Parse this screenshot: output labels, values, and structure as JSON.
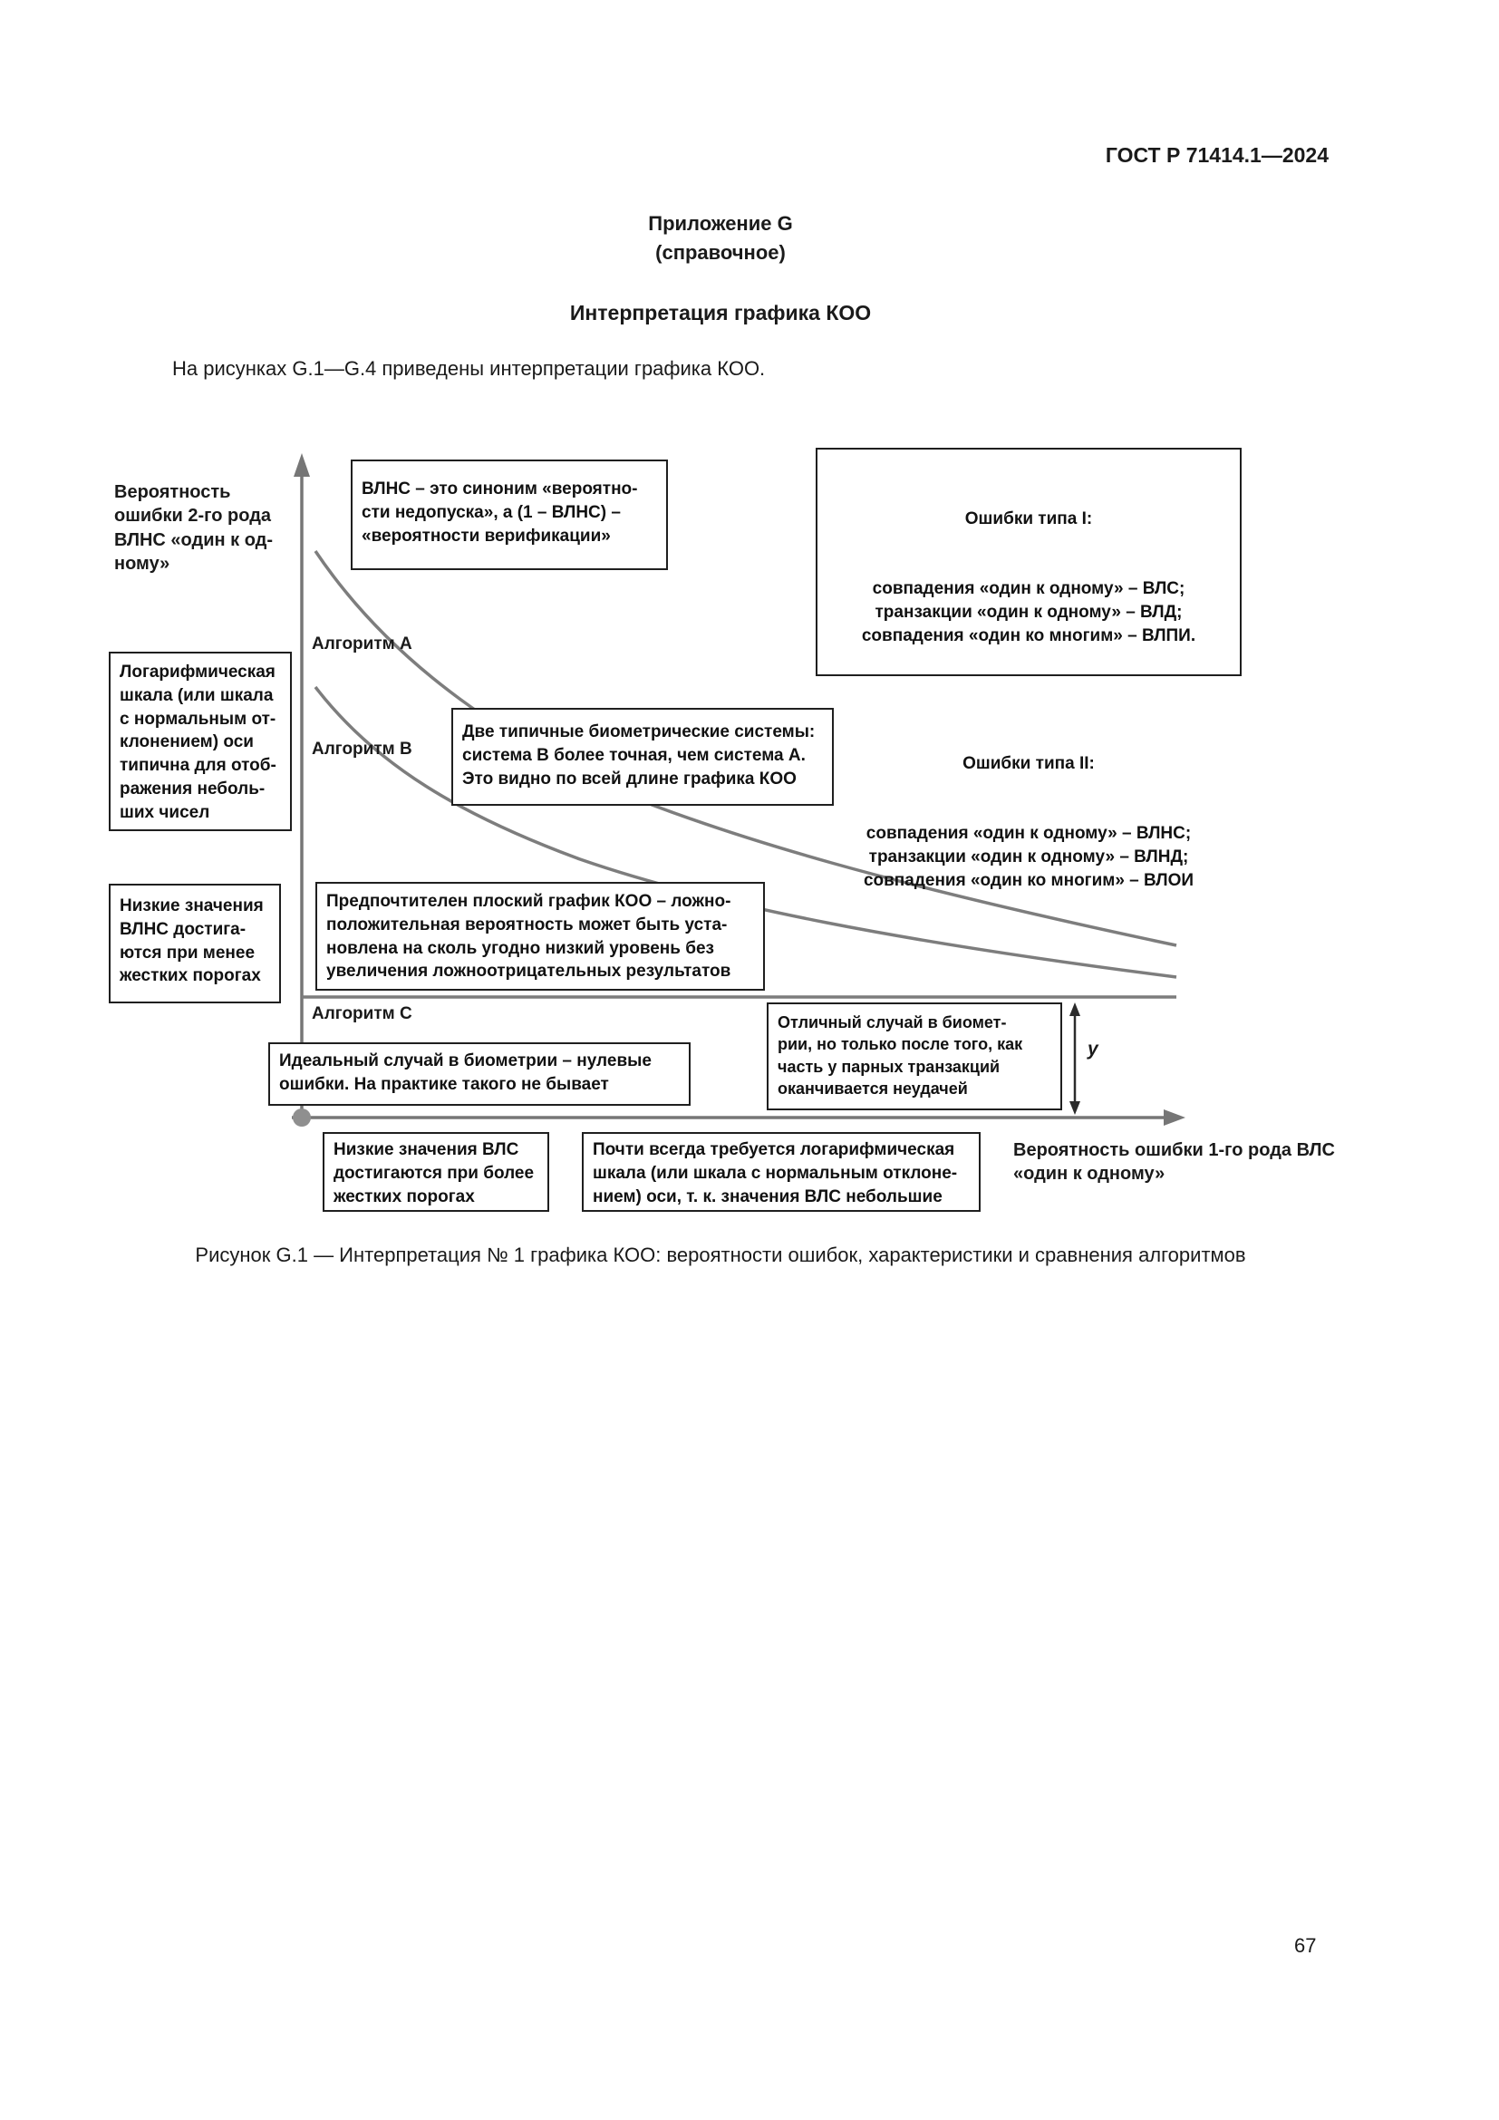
{
  "doc": {
    "header": "ГОСТ Р 71414.1—2024",
    "appendix_title": "Приложение G",
    "appendix_kind": "(справочное)",
    "section_title": "Интерпретация графика КОО",
    "intro": "На рисунках G.1—G.4 приведены интерпретации графика КОО.",
    "figure_caption": "Рисунок G.1 — Интерпретация № 1 графика КОО: вероятности ошибок, характеристики и сравнения алгоритмов",
    "page_number": "67"
  },
  "figure": {
    "y_axis_label": [
      "Вероятность",
      "ошибки 2-го рода",
      "ВЛНС «один к од-",
      "ному»"
    ],
    "x_axis_label": [
      "Вероятность ошибки 1-го рода ВЛС",
      "«один к одному»"
    ],
    "curve_a_label": "Алгоритм А",
    "curve_b_label": "Алгоритм В",
    "curve_c_label": "Алгоритм С",
    "y_distance_label": "у",
    "boxes": {
      "vlns_synonym": [
        "ВЛНС – это синоним «вероятно-",
        "сти недопуска», а (1 – ВЛНС) –",
        "«вероятности верификации»"
      ],
      "error_types": {
        "type1_title": "Ошибки типа I:",
        "type1_lines": [
          "совпадения «один к одному» – ВЛС;",
          "транзакции «один к одному» – ВЛД;",
          "совпадения «один ко многим» – ВЛПИ."
        ],
        "type2_title": "Ошибки типа II:",
        "type2_lines": [
          "совпадения «один к одному» – ВЛНС;",
          "транзакции «один к одному» – ВЛНД;",
          "совпадения «один ко многим» – ВЛОИ"
        ]
      },
      "log_scale_y": [
        "Логарифмическая",
        "шкала (или шкала",
        "с нормальным от-",
        "клонением) оси",
        "типична для отоб-",
        "ражения неболь-",
        "ших чисел"
      ],
      "two_systems": [
        "Две типичные биометрические системы:",
        "система В более точная, чем система А.",
        "Это видно по всей длине графика КОО"
      ],
      "low_vlns": [
        "Низкие значения",
        "ВЛНС достига-",
        "ются при менее",
        "жестких порогах"
      ],
      "flat_det": [
        "Предпочтителен плоский график КОО – ложно-",
        "положительная вероятность может быть уста-",
        "новлена на сколь угодно низкий уровень без",
        "увеличения ложноотрицательных результатов"
      ],
      "ideal_case": [
        "Идеальный случай в биометрии – нулевые",
        "ошибки. На практике такого не бывает"
      ],
      "excellent_case": [
        "Отличный случай в биомет-",
        "рии, но только после того, как",
        "часть у парных транзакций",
        "оканчивается неудачей"
      ],
      "low_vls": [
        "Низкие значения ВЛС",
        "достигаются при более",
        "жестких порогах"
      ],
      "log_scale_x": [
        "Почти всегда требуется логарифмическая",
        "шкала (или шкала с нормальным отклоне-",
        "нием) оси, т. к. значения ВЛС небольшие"
      ]
    }
  }
}
